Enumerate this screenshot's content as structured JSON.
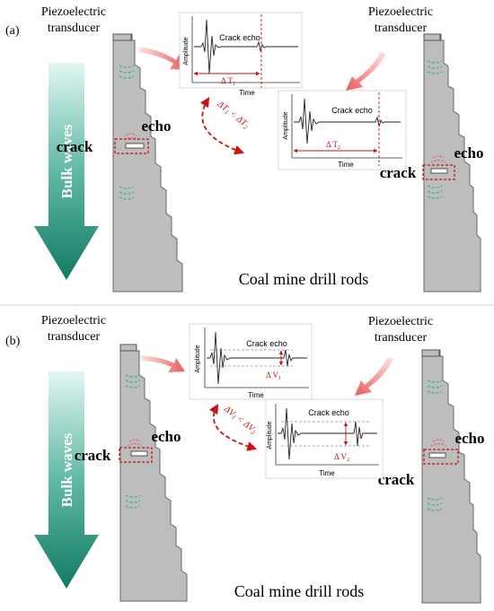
{
  "panel_a": {
    "label": "(a)",
    "transducer_left": [
      "Piezoelectric",
      "transducer"
    ],
    "transducer_right": [
      "Piezoelectric",
      "transducer"
    ],
    "bulk_waves": "Bulk waves",
    "crack_left": "crack",
    "echo_left": "echo",
    "crack_right": "crack",
    "echo_right": "echo",
    "caption": "Coal mine drill rods",
    "plot1": {
      "ylabel": "Amplitude",
      "xlabel": "Time",
      "echo_label": "Crack echo",
      "delta": "Δ T",
      "delta_sub": "1"
    },
    "plot2": {
      "ylabel": "Amplitude",
      "xlabel": "Time",
      "echo_label": "Crack echo",
      "delta": "Δ T",
      "delta_sub": "2"
    },
    "relation": {
      "left": "ΔT",
      "left_sub": "1",
      "op": " < ",
      "right": "ΔT",
      "right_sub": "2"
    }
  },
  "panel_b": {
    "label": "(b)",
    "transducer_left": [
      "Piezoelectric",
      "transducer"
    ],
    "transducer_right": [
      "Piezoelectric",
      "transducer"
    ],
    "bulk_waves": "Bulk waves",
    "crack_left": "crack",
    "echo_left": "echo",
    "crack_right": "crack",
    "echo_right": "echo",
    "caption": "Coal mine drill rods",
    "plot1": {
      "ylabel": "Amplitude",
      "xlabel": "Time",
      "echo_label": "Crack echo",
      "delta": "Δ V",
      "delta_sub": "1"
    },
    "plot2": {
      "ylabel": "Amplitude",
      "xlabel": "Time",
      "echo_label": "Crack echo",
      "delta": "Δ V",
      "delta_sub": "2"
    },
    "relation": {
      "left": "ΔV",
      "left_sub": "1",
      "op": " < ",
      "right": "ΔV",
      "right_sub": "2"
    }
  },
  "colors": {
    "rod_fill": "#bdbdbd",
    "rod_stroke": "#666666",
    "arrow_top": "#d8f2ee",
    "arrow_bottom": "#137a63",
    "red": "#cc1111",
    "wave_green": "#2db88f",
    "wave_red": "#e0566a"
  }
}
